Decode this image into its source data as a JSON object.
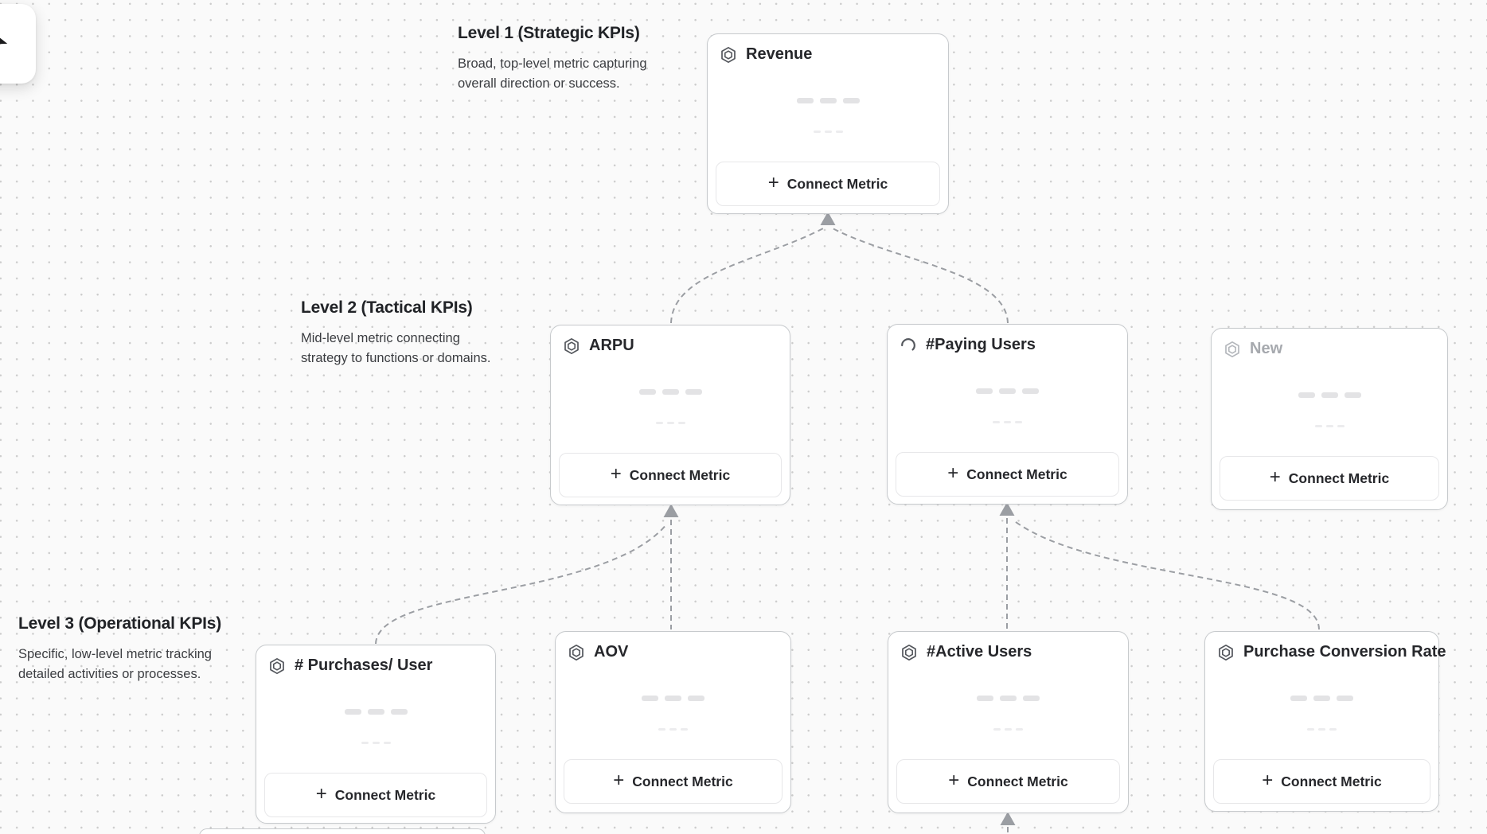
{
  "toolbar": {
    "tool_name": "cursor"
  },
  "canvas": {
    "headers": [
      {
        "title": "Level 1 (Strategic KPIs)",
        "description": "Broad, top-level metric capturing overall direction or success."
      },
      {
        "title": "Level 2 (Tactical KPIs)",
        "description": "Mid-level metric connecting strategy to functions or domains."
      },
      {
        "title": "Level 3 (Operational KPIs)",
        "description": "Specific, low-level metric tracking detailed activities or processes."
      }
    ],
    "cards": [
      {
        "title": "Revenue",
        "icon": "hexagon-icon",
        "state": "default",
        "button_label": "Connect Metric"
      },
      {
        "title": "ARPU",
        "icon": "hexagon-icon",
        "state": "default",
        "button_label": "Connect Metric"
      },
      {
        "title": "#Paying Users",
        "icon": "spinner-icon",
        "state": "loading",
        "button_label": "Connect Metric"
      },
      {
        "title": "New",
        "icon": "hexagon-icon",
        "state": "muted",
        "button_label": "Connect Metric"
      },
      {
        "title": "# Purchases/ User",
        "icon": "hexagon-icon",
        "state": "default",
        "button_label": "Connect Metric"
      },
      {
        "title": "AOV",
        "icon": "hexagon-icon",
        "state": "default",
        "button_label": "Connect Metric"
      },
      {
        "title": "#Active Users",
        "icon": "hexagon-icon",
        "state": "default",
        "button_label": "Connect Metric"
      },
      {
        "title": "Purchase Conversion Rate",
        "icon": "hexagon-icon",
        "state": "default",
        "button_label": "Connect Metric"
      }
    ],
    "colors": {
      "background": "#fafafa",
      "grid_dot": "#cccccc",
      "card_border": "#c7cacd",
      "card_title": "#26272b",
      "muted_title": "#a6a9ae",
      "connector": "#9b9ea3",
      "skeleton_dark": "#e3e3e5",
      "skeleton_light": "#ececee"
    }
  }
}
